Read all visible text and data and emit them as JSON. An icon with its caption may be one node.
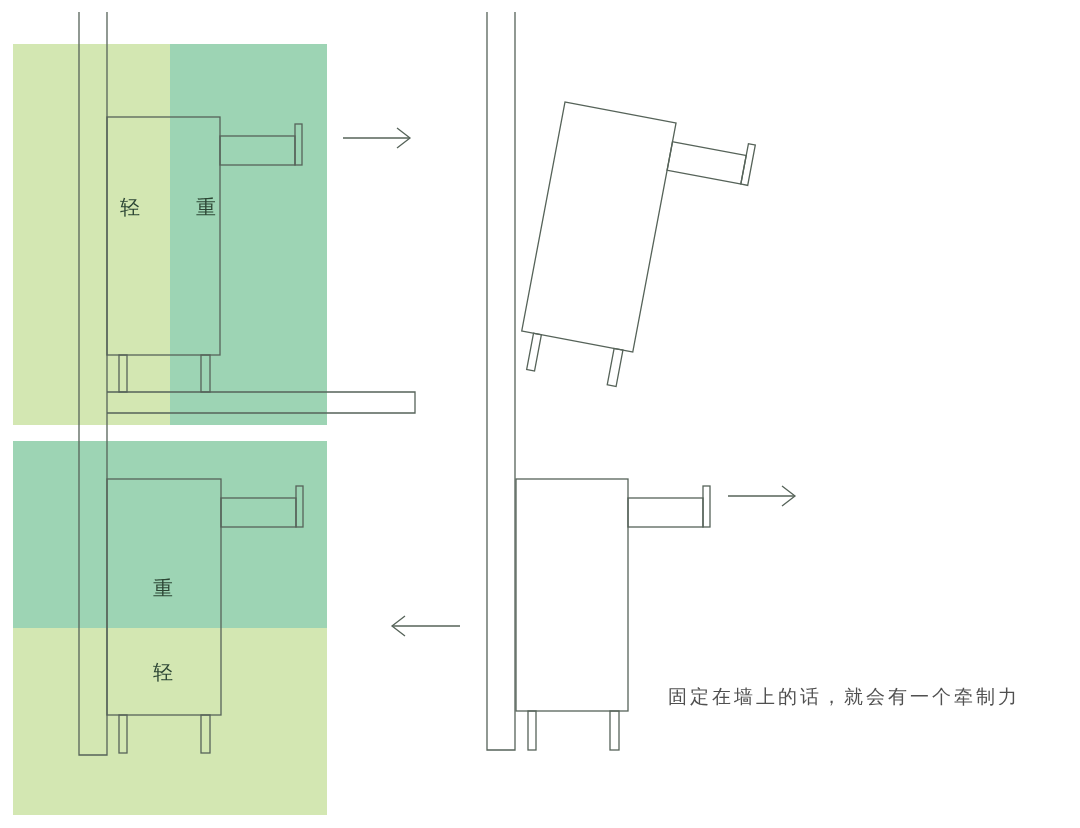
{
  "diagram": {
    "nodes": [
      {
        "text": [
          "轻"
        ]
      },
      {
        "text": [
          "重"
        ]
      },
      {
        "text": [
          "重"
        ]
      },
      {
        "text": [
          "轻"
        ]
      }
    ],
    "labels": [
      "固定在墙上的话，就会有一个牵制力"
    ]
  }
}
